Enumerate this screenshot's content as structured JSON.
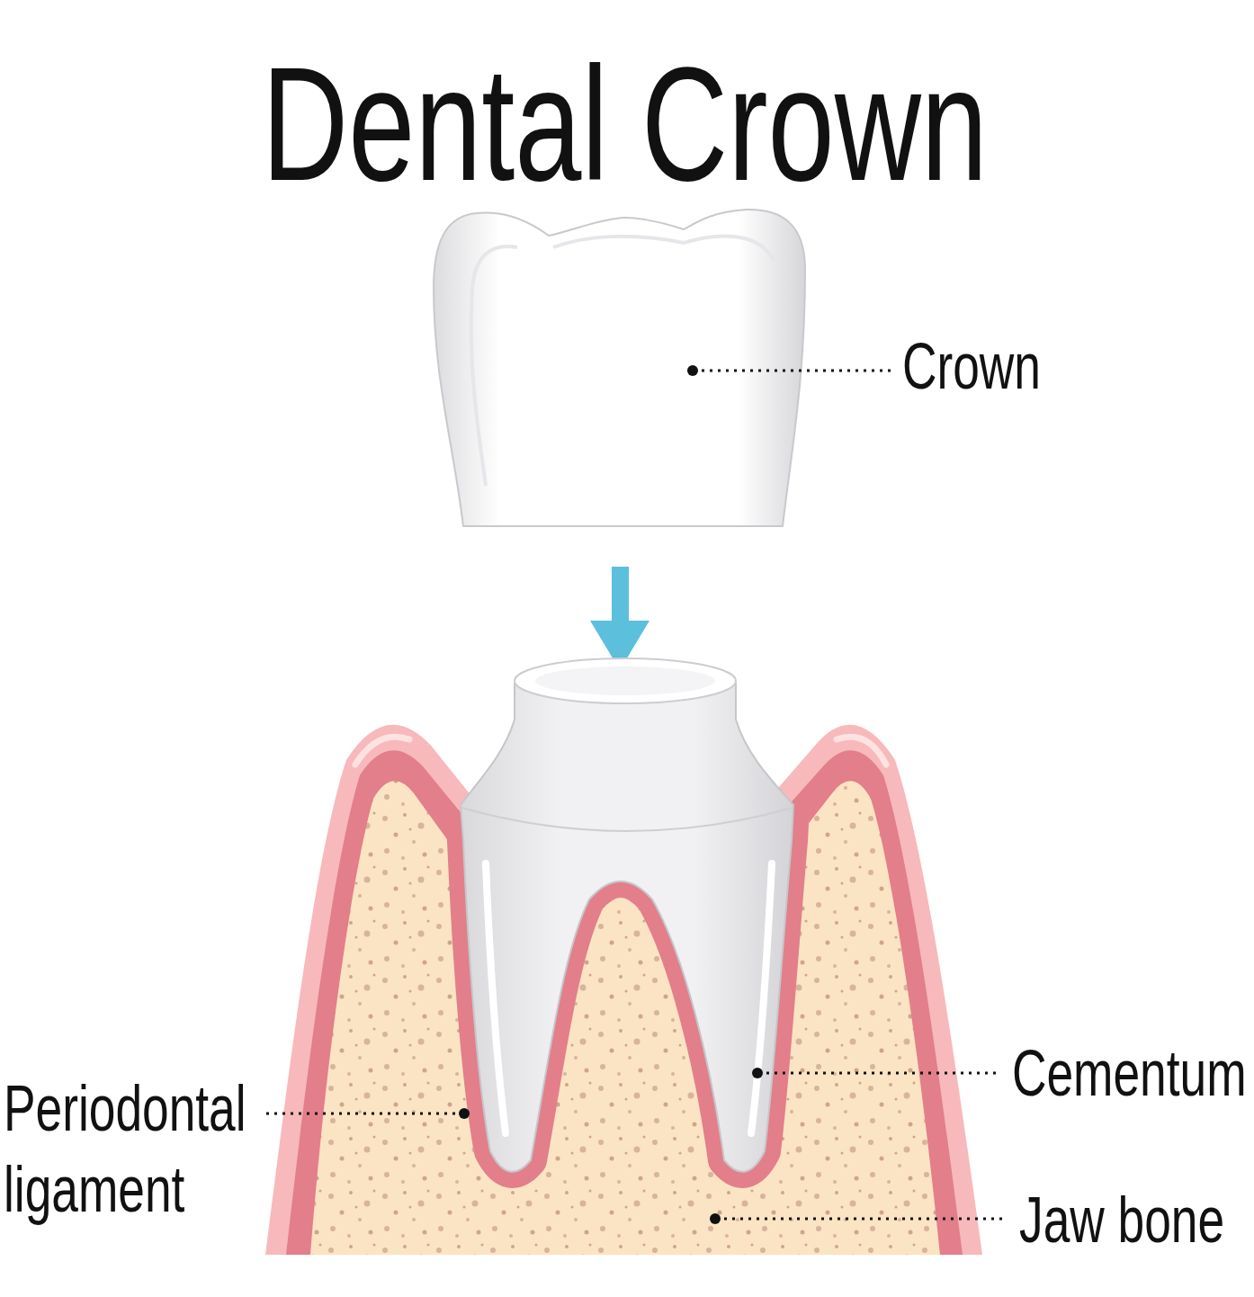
{
  "diagram": {
    "title": "Dental Crown",
    "labels": [
      "Crown",
      "Cementum",
      "Periodontal ligament",
      "Jaw bone"
    ]
  }
}
